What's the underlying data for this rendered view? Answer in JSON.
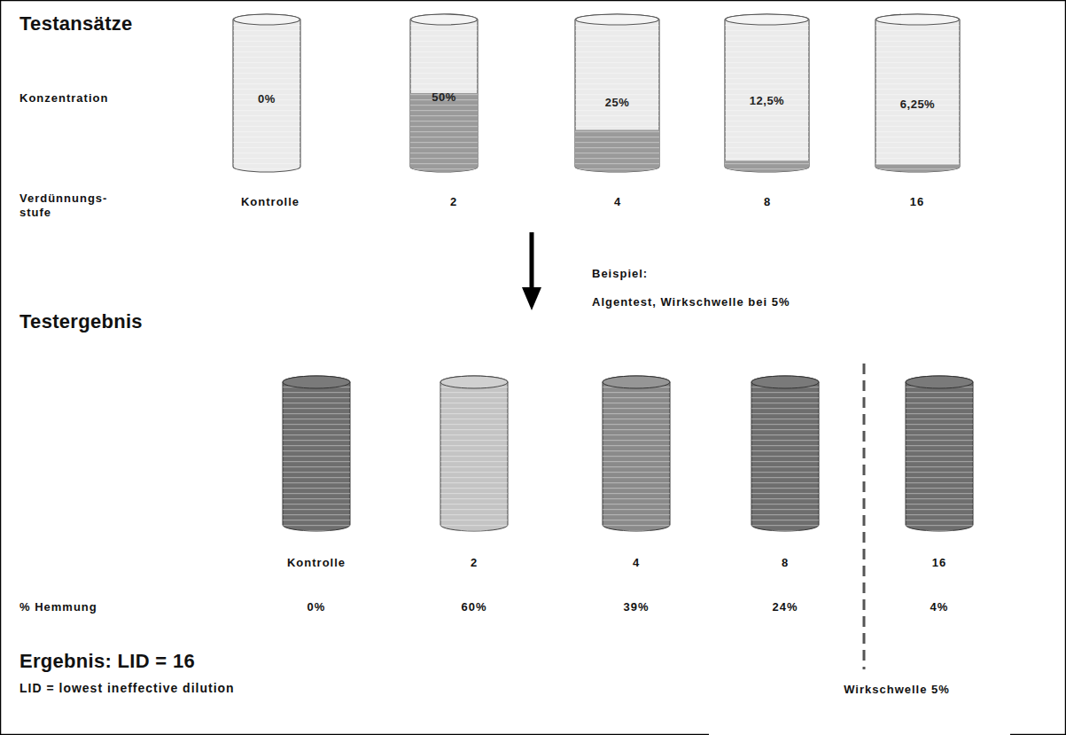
{
  "diagram": {
    "nodes": [
      {
        "text": [
          "0%"
        ]
      },
      {
        "text": [
          "50%"
        ]
      },
      {
        "text": [
          "25%"
        ]
      },
      {
        "text": [
          "12,5%"
        ]
      },
      {
        "text": [
          "6,25%"
        ]
      }
    ],
    "labels": [
      "Testansätze",
      "Konzentration",
      "Verdünnungs- stufe",
      "Kontrolle",
      "2",
      "4",
      "8",
      "16",
      "Beispiel:",
      "Algentest, Wirkschwelle bei 5%",
      "Testergebnis",
      "Kontrolle",
      "2",
      "4",
      "8",
      "16",
      "% Hemmung",
      "0%",
      "60%",
      "39%",
      "24%",
      "4%",
      "Ergebnis: LID = 16",
      "LID = lowest ineffective dilution",
      "Wirkschwelle 5%"
    ]
  }
}
